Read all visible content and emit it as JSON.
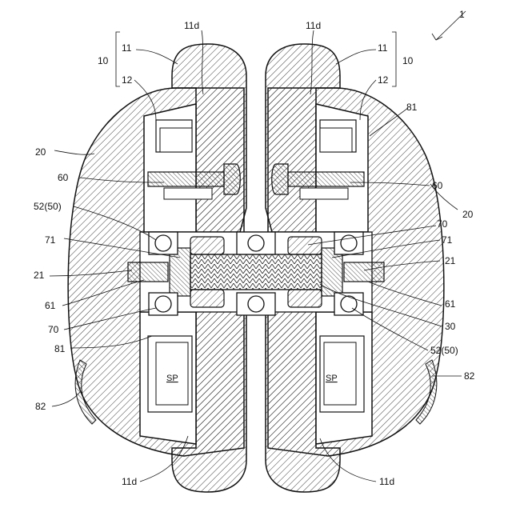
{
  "figure_number": "1",
  "labels": {
    "l_11d_top": "11d",
    "r_11d_top": "11d",
    "l_11": "11",
    "r_11": "11",
    "l_10": "10",
    "r_10": "10",
    "l_12": "12",
    "r_12": "12",
    "r_81_top": "81",
    "l_20": "20",
    "r_20": "20",
    "l_60": "60",
    "r_60": "60",
    "l_52": "52(50)",
    "r_52": "52(50)",
    "r_70_top": "70",
    "l_71": "71",
    "r_71": "71",
    "l_21": "21",
    "r_21": "21",
    "l_61": "61",
    "r_61": "61",
    "l_70": "70",
    "r_30": "30",
    "l_81": "81",
    "l_82": "82",
    "r_82": "82",
    "l_11d_bot": "11d",
    "r_11d_bot": "11d",
    "l_sp": "SP",
    "r_sp": "SP"
  }
}
